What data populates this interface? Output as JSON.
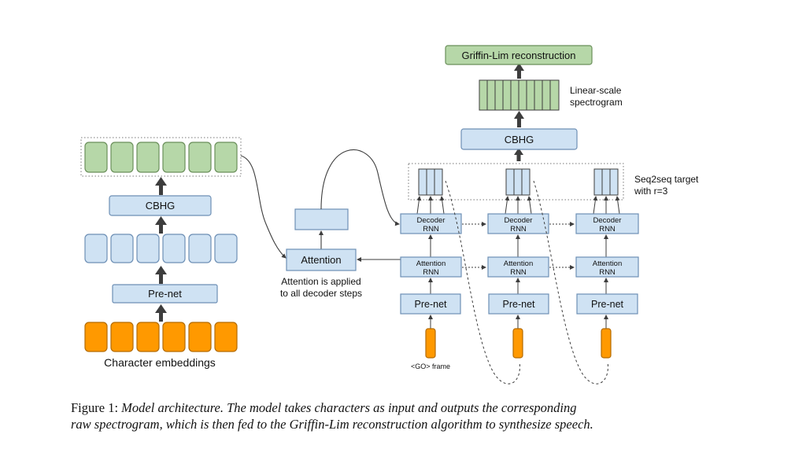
{
  "colors": {
    "box_blue_fill": "#cfe2f3",
    "box_blue_stroke": "#6d8fb5",
    "green_fill": "#b6d7a8",
    "green_stroke": "#6a8f5a",
    "orange_fill": "#ff9900",
    "orange_stroke": "#b36b00",
    "arrow": "#3d3d3d"
  },
  "encoder": {
    "cbhg_label": "CBHG",
    "prenet_label": "Pre-net",
    "embeddings_label": "Character embeddings"
  },
  "attention": {
    "label": "Attention",
    "note_line1": "Attention is applied",
    "note_line2": "to all decoder steps"
  },
  "decoder": {
    "decoder_rnn_line1": "Decoder",
    "decoder_rnn_line2": "RNN",
    "attention_rnn_line1": "Attention",
    "attention_rnn_line2": "RNN",
    "prenet_label": "Pre-net",
    "go_frame_label": "<GO> frame",
    "seq2seq_line1": "Seq2seq target",
    "seq2seq_line2": "with r=3"
  },
  "postnet": {
    "cbhg_label": "CBHG",
    "spectrogram_line1": "Linear-scale",
    "spectrogram_line2": "spectrogram",
    "griffin_lim_label": "Griffin-Lim reconstruction"
  },
  "caption": {
    "prefix": "Figure 1:",
    "line1": "Model architecture. The model takes characters as input and outputs the corresponding",
    "line2": "raw spectrogram, which is then fed to the Griffin-Lim reconstruction algorithm to synthesize speech."
  }
}
